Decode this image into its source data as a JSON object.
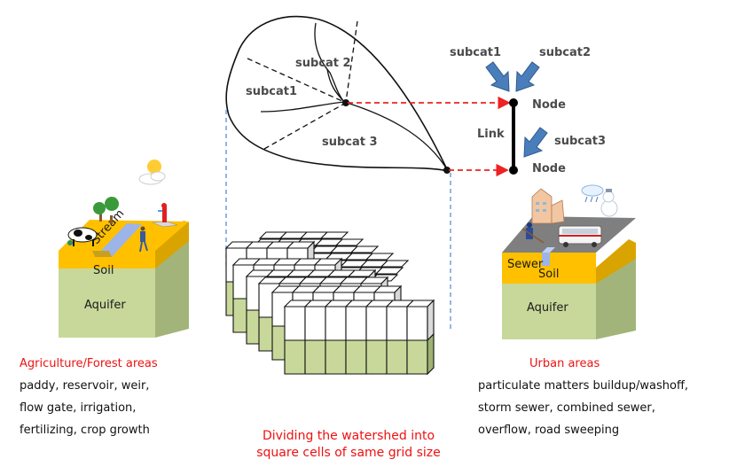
{
  "watershed": {
    "subcatchments": [
      "subcat1",
      "subcat 2",
      "subcat 3"
    ]
  },
  "network": {
    "inflows": [
      "subcat1",
      "subcat2",
      "subcat3"
    ],
    "link_label": "Link",
    "node_labels": [
      "Node",
      "Node"
    ]
  },
  "agriculture_block": {
    "stream_label": "Stream",
    "soil_label": "Soil",
    "aquifer_label": "Aquifer",
    "title": "Agriculture/Forest areas",
    "lines": [
      "paddy, reservoir, weir,",
      "flow gate, irrigation,",
      "fertilizing, crop growth"
    ]
  },
  "urban_block": {
    "sewer_label": "Sewer",
    "soil_label": "Soil",
    "aquifer_label": "Aquifer",
    "title": "Urban areas",
    "lines": [
      "particulate matters buildup/washoff,",
      "storm sewer, combined sewer,",
      "overflow, road sweeping"
    ]
  },
  "grid": {
    "caption_lines": [
      "Dividing the watershed into",
      "square cells of same grid size"
    ]
  },
  "colors": {
    "soil": "#ffc000",
    "aquifer": "#c8d89a",
    "stream": "#9db4e8",
    "arrow_blue": "#4a7ebb",
    "red_dash": "#ee2222",
    "blue_dash": "#5b8fd6",
    "road": "#7f7f7f",
    "title_red": "#ee1111"
  }
}
